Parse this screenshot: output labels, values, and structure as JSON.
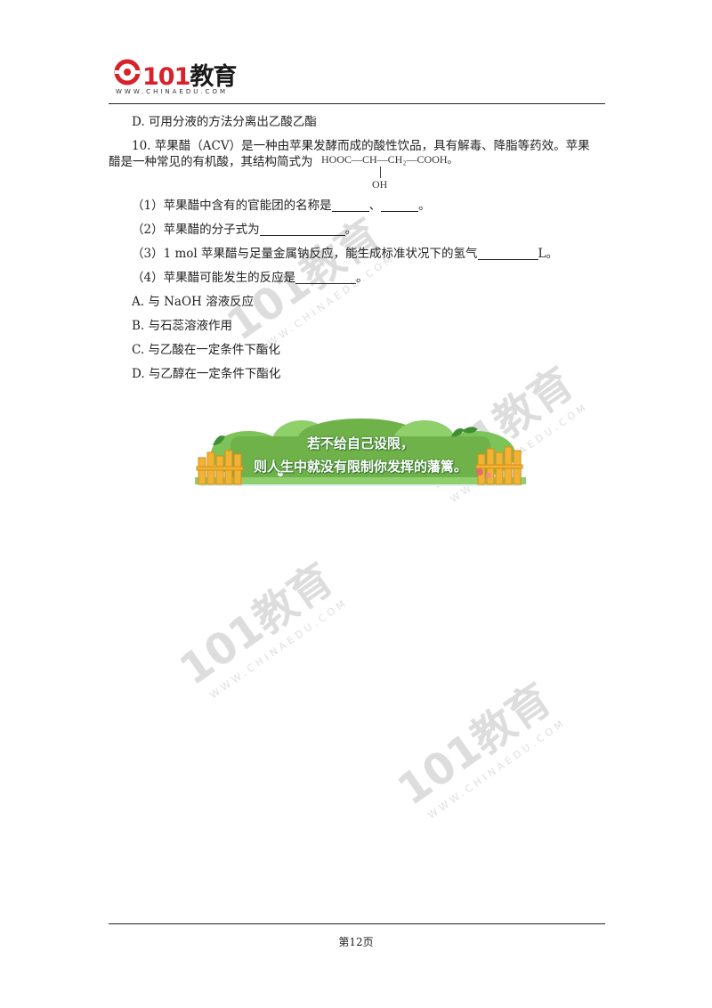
{
  "header": {
    "logo_text": "101",
    "logo_text2": "教育",
    "logo_sub": "WWW.CHINAEDU.COM"
  },
  "content": {
    "prev_option_d": "D. 可用分液的方法分离出乙酸乙酯",
    "q10_line1": "10. 苹果醋（ACV）是一种由苹果发酵而成的酸性饮品，具有解毒、降脂等药效。苹果",
    "q10_line2": "醋是一种常见的有机酸，其结构简式为",
    "formula_main": "HOOC—CH—CH₂—COOH。",
    "formula_oh": "OH",
    "sub1_a": "（1）苹果醋中含有的官能团的名称是",
    "sub1_sep": "、",
    "sub1_end": "。",
    "sub2_a": "（2）苹果醋的分子式为",
    "sub2_end": "。",
    "sub3_a": "（3）1 mol 苹果醋与足量金属钠反应，能生成标准状况下的氢气",
    "sub3_end": "L。",
    "sub4_a": "（4）苹果醋可能发生的反应是",
    "sub4_end": "。",
    "options": [
      "A. 与 NaOH 溶液反应",
      "B. 与石蕊溶液作用",
      "C. 与乙酸在一定条件下酯化",
      "D. 与乙醇在一定条件下酯化"
    ]
  },
  "banner": {
    "line1": "若不给自己设限，",
    "line2": "则人生中就没有限制你发挥的藩篱。",
    "colors": {
      "green": "#6fb24a",
      "fence": "#f2b233",
      "sky": "#8fd6e0"
    }
  },
  "watermark": {
    "text": "101教育",
    "sub": "WWW.CHINAEDU.COM"
  },
  "footer": {
    "page_number": "第12页"
  }
}
